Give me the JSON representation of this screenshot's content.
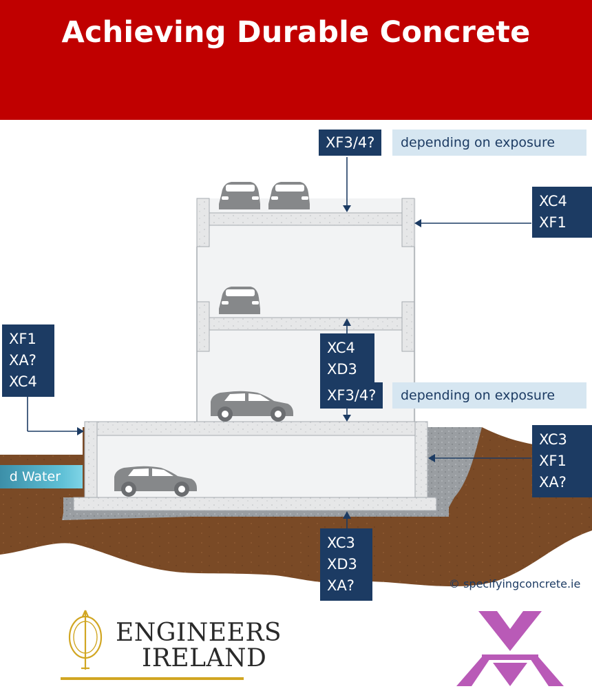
{
  "banner": {
    "title": "Achieving Durable Concrete"
  },
  "labels": {
    "roof_class": "XF3/4?",
    "roof_note": "depending on exposure",
    "top_wall": [
      "XC4",
      "XF1"
    ],
    "left": [
      "XF1",
      "XA?",
      "XC4"
    ],
    "mid_slab": [
      "XC4",
      "XD3"
    ],
    "ground_class": "XF3/4?",
    "ground_note": "depending on exposure",
    "below_ground": [
      "XC3",
      "XF1",
      "XA?"
    ],
    "foundation": [
      "XC3",
      "XD3",
      "XA?"
    ]
  },
  "groundwater": "d Water",
  "credit": "© specifyingconcrete.ie",
  "logos": {
    "engineers_ireland": [
      "ENGINEERS",
      "IRELAND"
    ]
  },
  "colors": {
    "banner": "#c00000",
    "label_bg": "#1c3b63",
    "note_bg": "#d6e6f1",
    "concrete": "#e6e7e8",
    "soil": "#7a4a26",
    "gravel": "#9a9ea2",
    "water": "#5fc0d6",
    "logo_purple": "#b95ab7",
    "logo_gold": "#d1a622"
  }
}
